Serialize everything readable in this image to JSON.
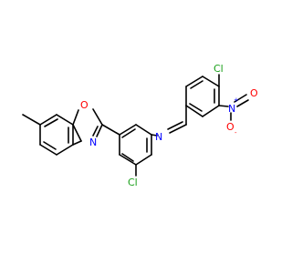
{
  "molecule": {
    "colors": {
      "bond": "#000000",
      "carbon": "#000000",
      "chlorine": "#1aa01a",
      "nitrogen": "#0000ff",
      "oxygen": "#ff0000"
    },
    "atoms": {
      "cl_top": "Cl",
      "n_nitro": "N",
      "n_plus": "+",
      "o_nitro": "O",
      "o_minus": "-",
      "n_imine": "N",
      "o_oxazole": "O",
      "n_oxazole": "N",
      "cl_bottom": "Cl"
    }
  }
}
